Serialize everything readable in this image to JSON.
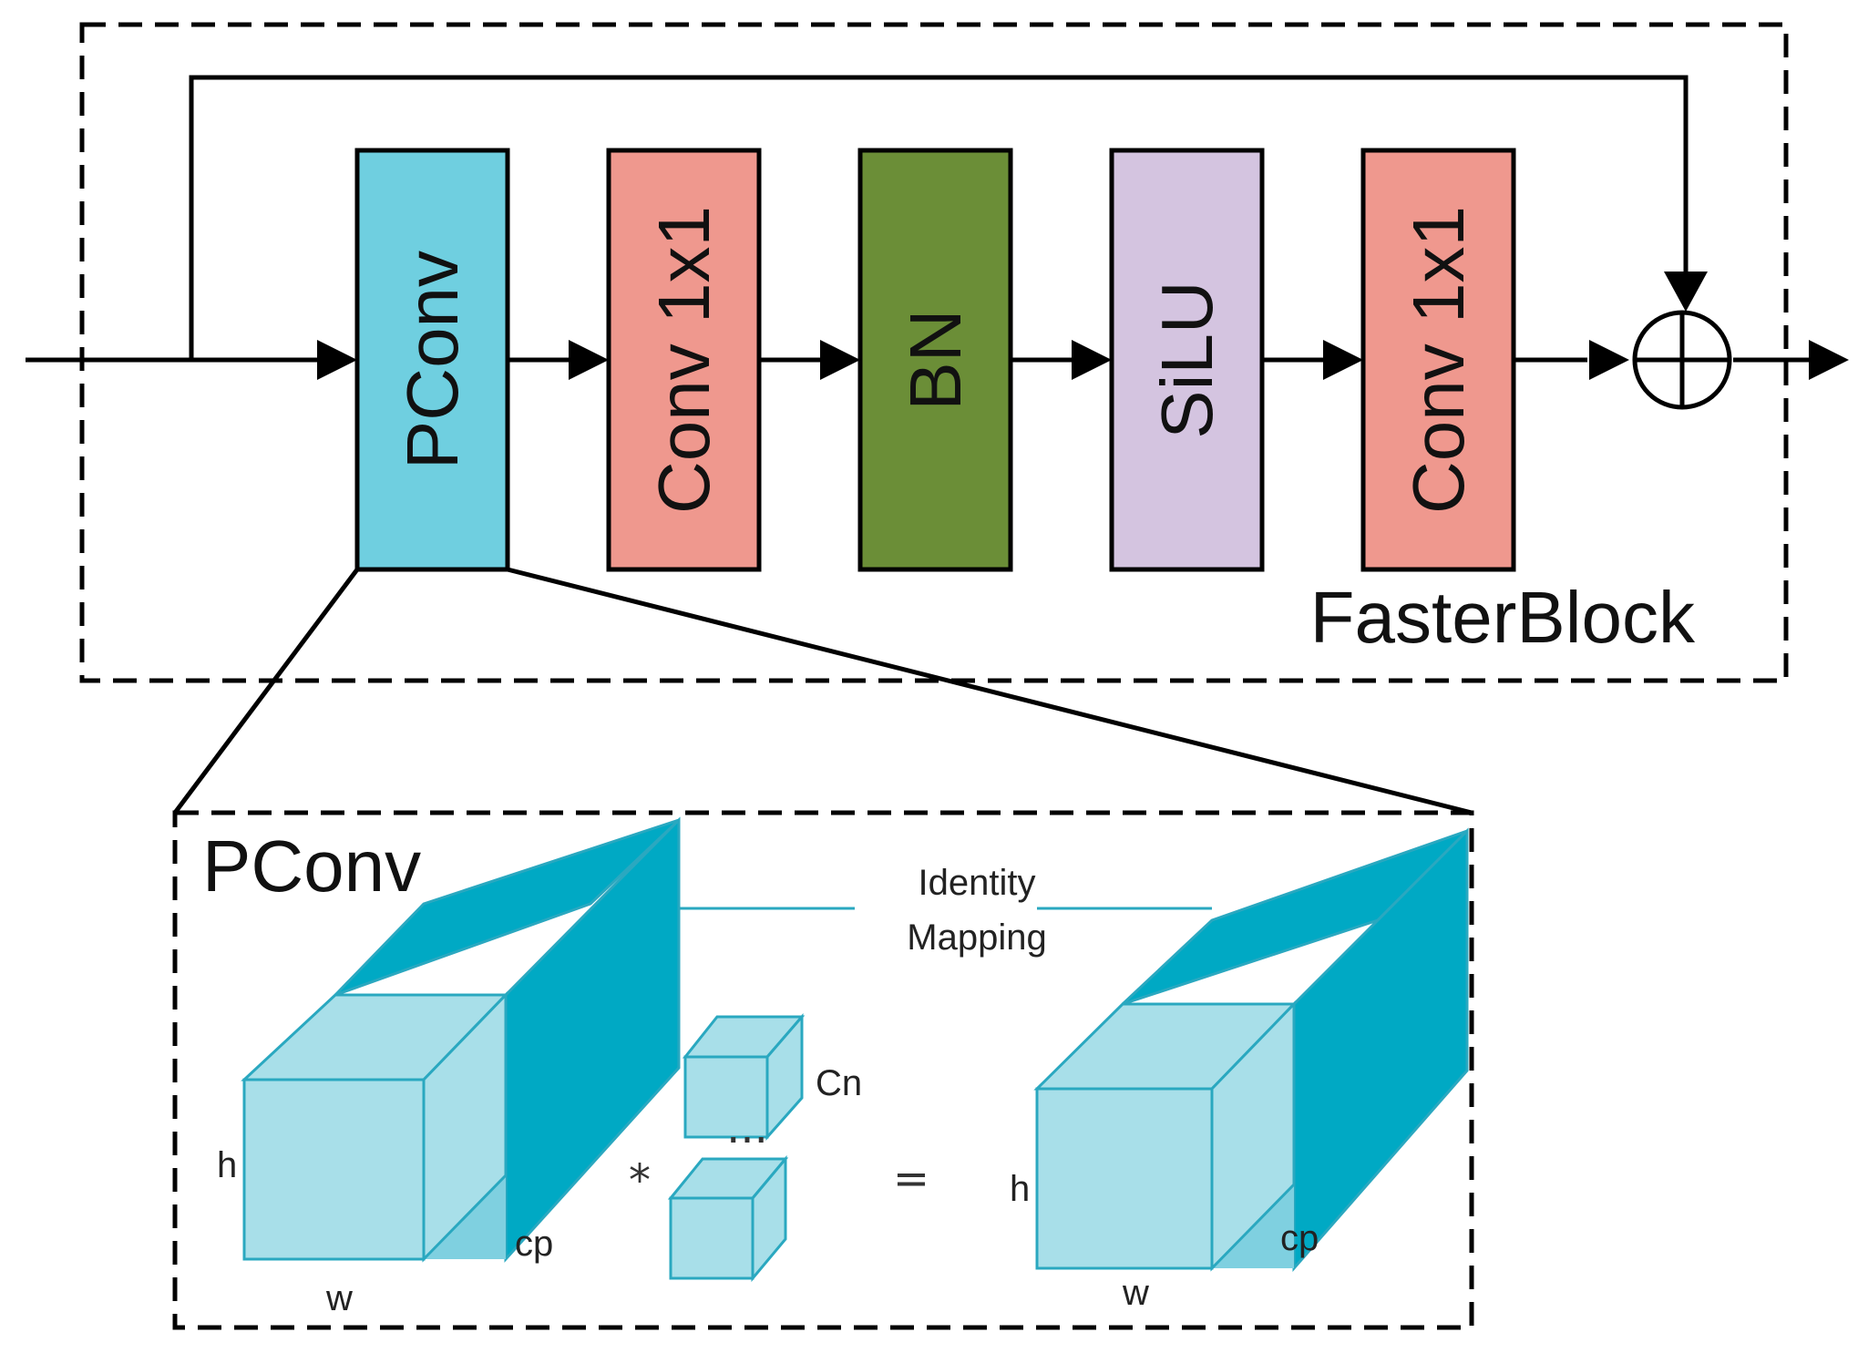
{
  "block": {
    "title": "FasterBlock"
  },
  "layers": [
    {
      "label": "PConv",
      "color": "#6fcfe0"
    },
    {
      "label": "Conv 1x1",
      "color": "#ef988e"
    },
    {
      "label": "BN",
      "color": "#6b8e37"
    },
    {
      "label": "SiLU",
      "color": "#d4c4e0"
    },
    {
      "label": "Conv 1x1",
      "color": "#ef988e"
    }
  ],
  "pconv": {
    "title": "PConv",
    "identity_line1": "Identity",
    "identity_line2": "Mapping",
    "kernel_label": "Cn",
    "dots": "···",
    "multiply": "*",
    "equals": "=",
    "input": {
      "h": "h",
      "w": "w",
      "cp": "cp"
    },
    "output": {
      "h": "h",
      "w": "w",
      "cp": "cp"
    }
  },
  "colors": {
    "cube_light": "#a8dfe9",
    "cube_dark": "#00a9c4",
    "cube_edge": "#2aa8c0",
    "stroke": "#000000"
  }
}
